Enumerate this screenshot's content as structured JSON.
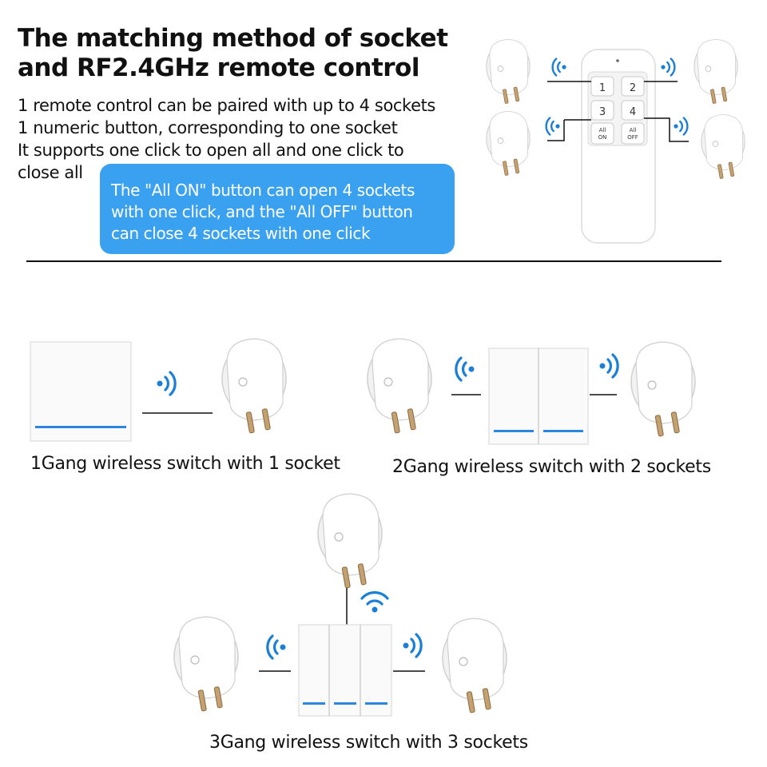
{
  "header": {
    "title_line1": "The matching method of socket",
    "title_line2": "and RF2.4GHz remote control"
  },
  "description": {
    "line1": "1 remote control can be paired with up to 4 sockets",
    "line2": "1 numeric button, corresponding to one socket",
    "line3": "It supports one click to open all and one click to",
    "line4": "close all"
  },
  "callout": {
    "line1": "The \"All ON\" button can open 4 sockets",
    "line2": "with one click, and the \"All OFF\" button",
    "line3": "can close 4 sockets with one click"
  },
  "remote": {
    "btn1": "1",
    "btn2": "2",
    "btn3": "3",
    "btn4": "4",
    "all_on_top": "All",
    "all_on_bottom": "ON",
    "all_off_top": "All",
    "all_off_bottom": "OFF"
  },
  "captions": {
    "one_gang": "1Gang wireless switch with 1 socket",
    "two_gang": "2Gang wireless switch with 2 sockets",
    "three_gang": "3Gang wireless switch with 3 sockets"
  },
  "colors": {
    "accent": "#1a7fd6",
    "callout": "#3aa0f0",
    "led": "#2b86e0"
  }
}
